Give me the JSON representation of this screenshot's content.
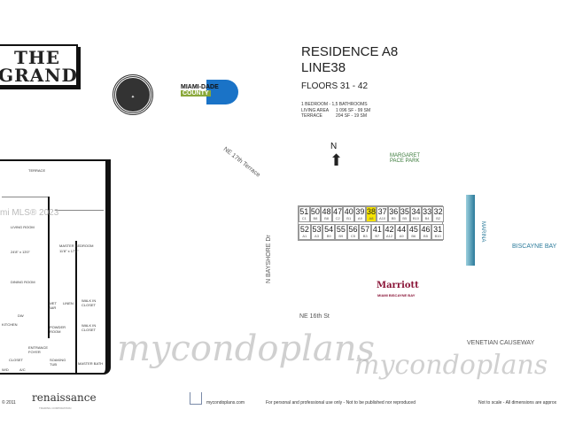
{
  "logos": {
    "grand": "THE GRAND",
    "seal": "THE CITY OF MIAMI FLORIDA",
    "miami_dade_top": "MIAMI-DADE",
    "miami_dade_bottom": "COUNTY",
    "marriott": "Marriott",
    "marriott_sub": "MIAMI BISCAYNE BAY",
    "renaissance": "renaissance",
    "renaissance_sub": "TRADING CORPORATION"
  },
  "header": {
    "residence": "RESIDENCE A8",
    "line": "LINE38",
    "floors": "FLOORS 31 - 42",
    "bedrooms": "1 BEDROOM - 1,5 BATHROOMS",
    "living_label": "LIVING AREA",
    "living_value": "1 096 SF - 99 SM",
    "terrace_label": "TERRACE",
    "terrace_value": "204 SF - 19 SM"
  },
  "floorplan": {
    "terrace": "TERRACE",
    "living": "LIVING ROOM",
    "living_dim": "24'8\" x 13'0\"",
    "dining": "DINING ROOM",
    "master": "MASTER BEDROOM",
    "master_dim": "11'8\" x 17'0\"",
    "walk1": "WALK IN CLOSET",
    "walk2": "WALK IN CLOSET",
    "wetbar": "WET BAR",
    "linen": "LINEN",
    "powder": "POWDER ROOM",
    "kitchen": "KITCHEN",
    "foyer": "ENTRANCE FOYER",
    "tub": "SOAKING TUB",
    "bath": "MASTER BATH",
    "wd": "W/D",
    "ac": "A/C",
    "closet": "CLOSET",
    "dw": "DW"
  },
  "map": {
    "north": "N",
    "park": "MARGARET PACE PARK",
    "ne17": "NE 17th Terrace",
    "bayshore": "N BAYSHORE Dr",
    "ne16": "NE 16th St",
    "marina": "MARINA",
    "bay": "BISCAYNE BAY",
    "causeway": "VENETIAN CAUSEWAY",
    "units_top": [
      [
        "51",
        "C1"
      ],
      [
        "50",
        "B8"
      ],
      [
        "48",
        "B8"
      ],
      [
        "47",
        "C2"
      ],
      [
        "40",
        "B1"
      ],
      [
        "39",
        "A9"
      ],
      [
        "38",
        "A8"
      ],
      [
        "37",
        "A10"
      ],
      [
        "36",
        "B5"
      ],
      [
        "35",
        "B5"
      ],
      [
        "34",
        "B10"
      ],
      [
        "33",
        "B4"
      ],
      [
        "32",
        "B2"
      ]
    ],
    "units_bottom": [
      [
        "52",
        "A1"
      ],
      [
        "53",
        "A3"
      ],
      [
        "54",
        "B9"
      ],
      [
        "55",
        "B9"
      ],
      [
        "56",
        "C5"
      ],
      [
        "57",
        "B3"
      ],
      [
        "41",
        "B7"
      ],
      [
        "42",
        "A12"
      ],
      [
        "44",
        "A9"
      ],
      [
        "45",
        "B6"
      ],
      [
        "46",
        "B5"
      ],
      [
        "31",
        "B10"
      ]
    ],
    "highlight": "38",
    "highlight_color": "#f6e400",
    "park_color": "#3a7a3a",
    "marina_color": "#2a7a9a",
    "marriott_color": "#8a1538"
  },
  "watermarks": {
    "mls": "mi MLS® 2023",
    "site": "mycondoplans"
  },
  "footer": {
    "copyright": "© 2011",
    "site": "mycondoplans.com",
    "usage": "For personal and professional use only - Not to be published nor reproduced",
    "scale": "Not to scale - All dimensions are approx"
  }
}
